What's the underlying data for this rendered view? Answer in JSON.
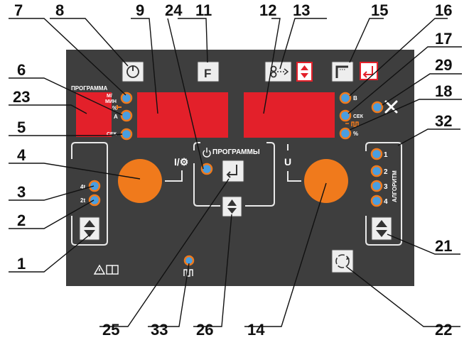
{
  "panel": {
    "colors": {
      "panel": "#3e3e3e",
      "display": "#e3202a",
      "knob": "#f07a1c",
      "led": "#4a9ee0",
      "button": "#eeeeee"
    },
    "left_display_caption": "ПРОГРАММА",
    "unit_mmin": "М/\nМИН",
    "unit_percent": "%",
    "unit_amp": "А",
    "unit_sec_left": "СЕК",
    "left_knob_label": "I/⚙",
    "right_knob_label": "U",
    "programs_title": "ПРОГРАММЫ",
    "mode_4t": "4t",
    "mode_2t": "2t",
    "unit_volt": "В",
    "unit_sec_right": "СЕК",
    "unit_percent_right": "%",
    "algorithm_title": "АЛГОРИТМ",
    "algorithm_items": [
      "1",
      "2",
      "3",
      "4"
    ],
    "f_button": "F"
  },
  "callouts": [
    "7",
    "8",
    "9",
    "24",
    "11",
    "12",
    "13",
    "15",
    "16",
    "17",
    "29",
    "18",
    "6",
    "23",
    "5",
    "32",
    "4",
    "3",
    "2",
    "21",
    "1",
    "25",
    "33",
    "26",
    "14",
    "22"
  ]
}
